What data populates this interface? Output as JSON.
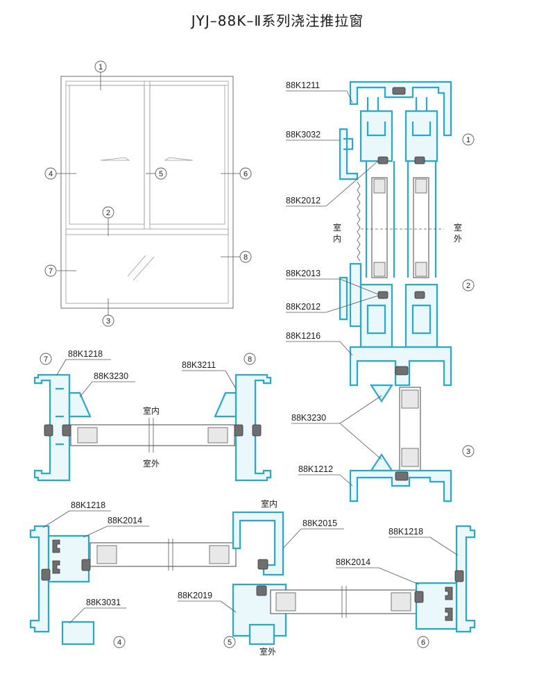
{
  "title": "JYJ–88K–Ⅱ系列浇注推拉窗",
  "labels": {
    "p1211": "88K1211",
    "p3032": "88K3032",
    "p2012a": "88K2012",
    "p2013": "88K2013",
    "p2012b": "88K2012",
    "p1216": "88K1216",
    "p3230": "88K3230",
    "p1212": "88K1212",
    "p1218a": "88K1218",
    "p3230b": "88K3230",
    "p3211": "88K3211",
    "p1218b": "88K1218",
    "p2014a": "88K2014",
    "p3031": "88K3031",
    "p2015": "88K2015",
    "p2019": "88K2019",
    "p1218c": "88K1218",
    "p2014b": "88K2014"
  },
  "text": {
    "indoor": "室内",
    "outdoor": "室外",
    "indoor_v1": "室",
    "indoor_v2": "内",
    "outdoor_v1": "室",
    "outdoor_v2": "外"
  },
  "markers": {
    "m1": "1",
    "m2": "2",
    "m3": "3",
    "m4": "4",
    "m5": "5",
    "m6": "6",
    "m7": "7",
    "m8": "8"
  },
  "colors": {
    "profile": "#27a9cf",
    "gasket": "#6f6f6f"
  }
}
